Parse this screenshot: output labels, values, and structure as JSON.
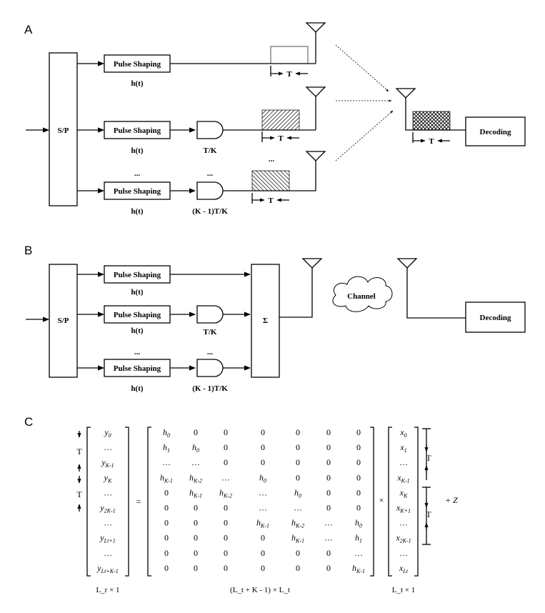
{
  "panels": {
    "a": "A",
    "b": "B",
    "c": "C"
  },
  "labels": {
    "sp": "S/P",
    "pulse_shaping": "Pulse Shaping",
    "h_t": "h(t)",
    "delay_1": "T/K",
    "delay_k": "(K - 1)T/K",
    "ellipsis": "...",
    "period": "T",
    "decoding": "Decoding",
    "sum": "Σ",
    "channel": "Channel"
  },
  "equation": {
    "lhs": [
      "y_0",
      "…",
      "y_{K-1}",
      "y_K",
      "…",
      "y_{2K-1}",
      "…",
      "y_{L_t+1}",
      "…",
      "y_{L_t+K-1}"
    ],
    "matrix": [
      [
        "h_0",
        "0",
        "0",
        "0",
        "0",
        "0",
        "0"
      ],
      [
        "h_1",
        "h_0",
        "0",
        "0",
        "0",
        "0",
        "0"
      ],
      [
        "…",
        "…",
        "0",
        "0",
        "0",
        "0",
        "0"
      ],
      [
        "h_{K-1}",
        "h_{K-2}",
        "…",
        "h_0",
        "0",
        "0",
        "0"
      ],
      [
        "0",
        "h_{K-1}",
        "h_{K-2}",
        "…",
        "h_0",
        "0",
        "0"
      ],
      [
        "0",
        "0",
        "0",
        "…",
        "…",
        "0",
        "0"
      ],
      [
        "0",
        "0",
        "0",
        "h_{K-1}",
        "h_{K-2}",
        "…",
        "h_0"
      ],
      [
        "0",
        "0",
        "0",
        "0",
        "h_{K-1}",
        "…",
        "h_1"
      ],
      [
        "0",
        "0",
        "0",
        "0",
        "0",
        "0",
        "…"
      ],
      [
        "0",
        "0",
        "0",
        "0",
        "0",
        "0",
        "h_{K-1}"
      ]
    ],
    "rhs": [
      "x_0",
      "x_1",
      "…",
      "x_{K-1}",
      "x_K",
      "x_{K+1}",
      "…",
      "x_{2K-1}",
      "…",
      "x_{L_t}"
    ],
    "equals": "=",
    "times": "×",
    "noise": "+ Z",
    "dim_lhs": "L_r × 1",
    "dim_matrix": "(L_t + K - 1) × L_t",
    "dim_rhs": "L_t × 1"
  }
}
